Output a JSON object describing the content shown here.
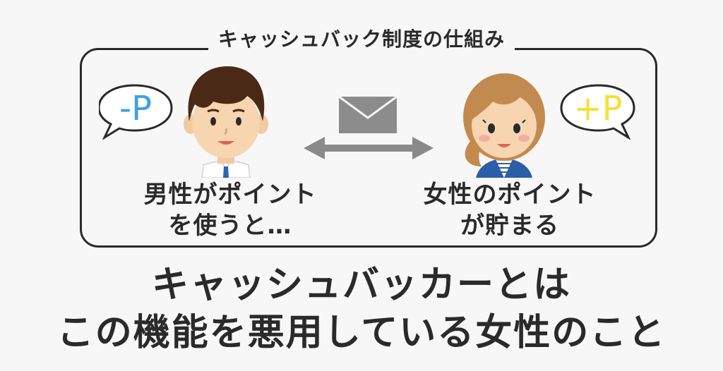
{
  "box": {
    "title": "キャッシュバック制度の仕組み",
    "male": {
      "bubble": "-P",
      "caption_line1": "男性がポイント",
      "caption_line2": "を使うと…"
    },
    "female": {
      "bubble": "+P",
      "caption_line1": "女性のポイント",
      "caption_line2": "が貯まる"
    }
  },
  "headline": {
    "line1": "キャッシュバッカーとは",
    "line2": "この機能を悪用している女性のこと"
  },
  "colors": {
    "minus_point": "#3ea0e8",
    "plus_point": "#f2e23a",
    "arrow": "#8a8a8a",
    "envelope": "#8c8c8c",
    "text": "#2a2a2a"
  },
  "icons": [
    "male-avatar-icon",
    "female-avatar-icon",
    "envelope-icon",
    "double-arrow-icon",
    "speech-bubble-icon"
  ]
}
